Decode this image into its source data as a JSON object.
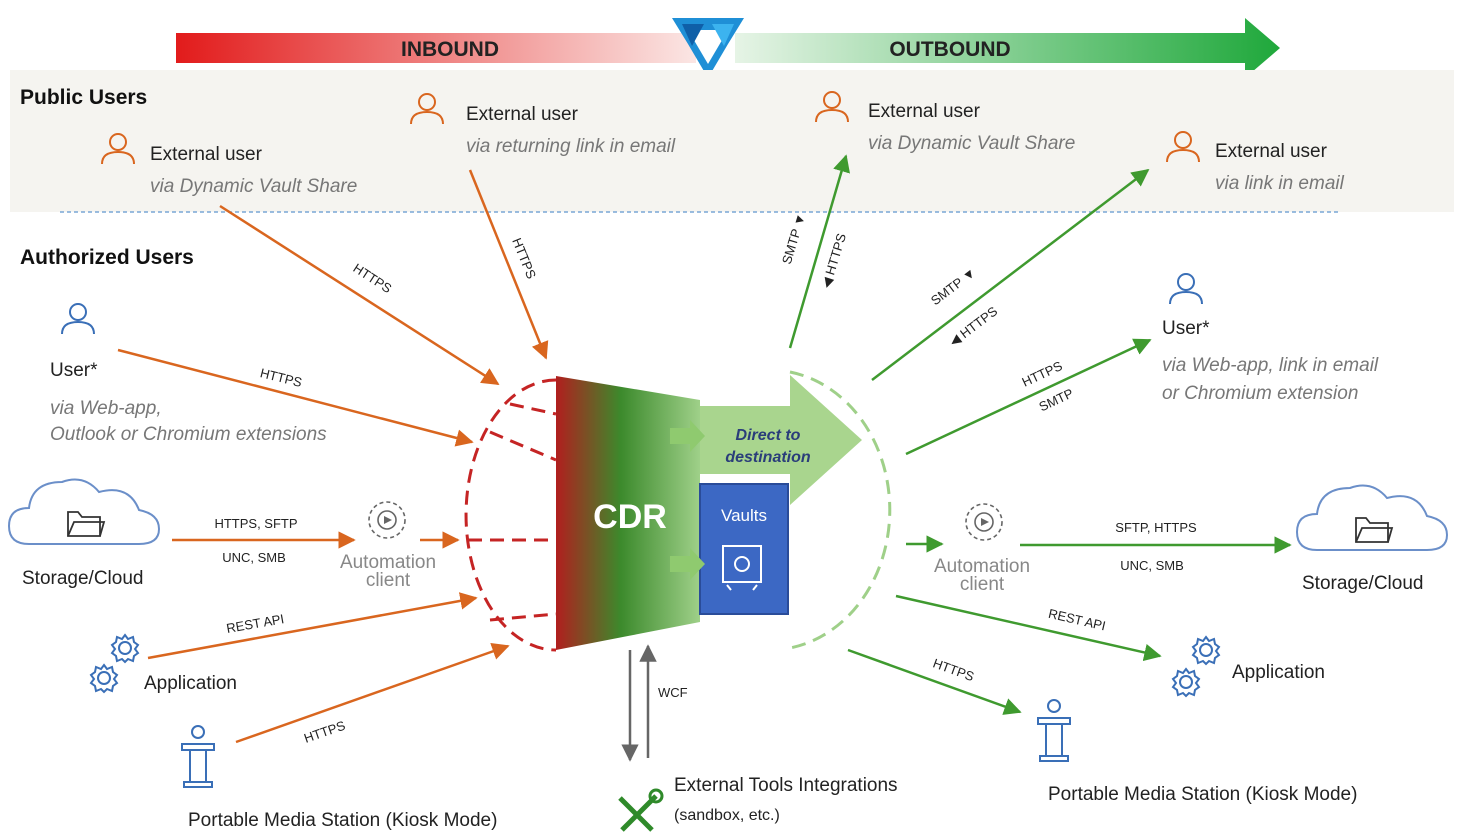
{
  "banner": {
    "inbound": "INBOUND",
    "outbound": "OUTBOUND",
    "logo": "logo-icon"
  },
  "sections": {
    "public": "Public Users",
    "authorized": "Authorized Users"
  },
  "inbound": {
    "ext_share": {
      "title": "External user",
      "sub": "via Dynamic Vault Share",
      "proto": "HTTPS"
    },
    "ext_link": {
      "title": "External user",
      "sub": "via returning link in email",
      "proto": "HTTPS"
    },
    "user": {
      "title": "User*",
      "sub1": "via Web-app,",
      "sub2": "Outlook or Chromium extensions",
      "proto": "HTTPS"
    },
    "storage": {
      "label": "Storage/Cloud",
      "proto1": "HTTPS, SFTP",
      "proto2": "UNC, SMB"
    },
    "automation": {
      "line1": "Automation",
      "line2": "client"
    },
    "application": {
      "label": "Application",
      "proto": "REST API"
    },
    "kiosk": {
      "label": "Portable Media Station (Kiosk Mode)",
      "proto": "HTTPS"
    }
  },
  "center": {
    "cdr": "CDR",
    "direct1": "Direct to",
    "direct2": "destination",
    "vaults": "Vaults",
    "wcf": "WCF",
    "tools_title": "External Tools Integrations",
    "tools_sub": "(sandbox, etc.)"
  },
  "outbound": {
    "ext_share": {
      "title": "External user",
      "sub": "via Dynamic Vault Share",
      "p1": "SMTP ▼",
      "p2": "◀ HTTPS"
    },
    "ext_link": {
      "title": "External user",
      "sub": "via link in email",
      "p1": "SMTP ▼",
      "p2": "◀ HTTPS"
    },
    "user": {
      "title": "User*",
      "sub1": "via Web-app, link in email",
      "sub2": "or Chromium extension",
      "p1": "HTTPS",
      "p2": "SMTP"
    },
    "automation": {
      "line1": "Automation",
      "line2": "client"
    },
    "storage": {
      "label": "Storage/Cloud",
      "proto1": "SFTP, HTTPS",
      "proto2": "UNC, SMB"
    },
    "application": {
      "label": "Application",
      "proto": "REST API"
    },
    "kiosk": {
      "label": "Portable Media Station (Kiosk Mode)",
      "proto": "HTTPS"
    }
  },
  "colors": {
    "inbound": "#d9661f",
    "outbound": "#3f9a2f",
    "red": "#e02020",
    "green": "#2fae4a",
    "vault": "#3c68c4"
  }
}
